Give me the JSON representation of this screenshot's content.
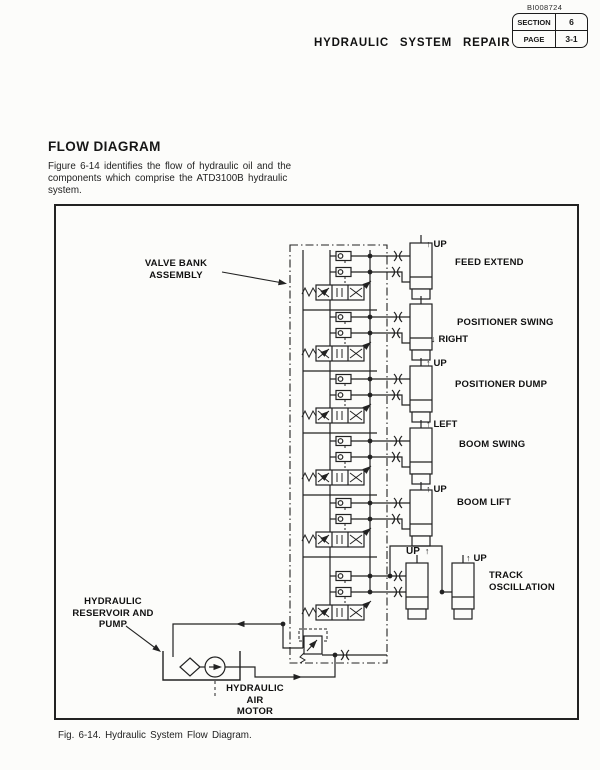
{
  "page": {
    "doc_number": "BI008724",
    "title": "HYDRAULIC SYSTEM REPAIR",
    "info_table": {
      "rows": [
        {
          "label": "SECTION",
          "value": "6"
        },
        {
          "label": "PAGE",
          "value": "3-1"
        }
      ]
    },
    "section_heading": "FLOW DIAGRAM",
    "intro_lines": [
      "Figure 6-14 identifies the flow of hydraulic oil and the",
      "components which comprise the ATD3100B hydraulic",
      "system."
    ],
    "caption": "Fig. 6-14.  Hydraulic System Flow Diagram."
  },
  "diagram": {
    "valve_bank_label": [
      "VALVE BANK",
      "ASSEMBLY"
    ],
    "reservoir_label": [
      "HYDRAULIC",
      "RESERVOIR AND",
      "PUMP"
    ],
    "air_motor_label": [
      "HYDRAULIC",
      "AIR",
      "MOTOR"
    ],
    "rows": [
      {
        "label": "FEED EXTEND",
        "direction": "UP",
        "arrow": "↑"
      },
      {
        "label": "POSITIONER SWING",
        "direction": "RIGHT",
        "arrow": "↓"
      },
      {
        "label": "POSITIONER DUMP",
        "direction": "UP",
        "arrow": "↑"
      },
      {
        "label": "BOOM SWING",
        "direction": "LEFT",
        "arrow": "↑"
      },
      {
        "label": "BOOM LIFT",
        "direction": "UP",
        "arrow": "↑"
      },
      {
        "label": "TRACK OSCILLATION",
        "direction": "UP",
        "arrow": "↑",
        "direction2": "UP",
        "arrow2": "↑"
      }
    ]
  }
}
